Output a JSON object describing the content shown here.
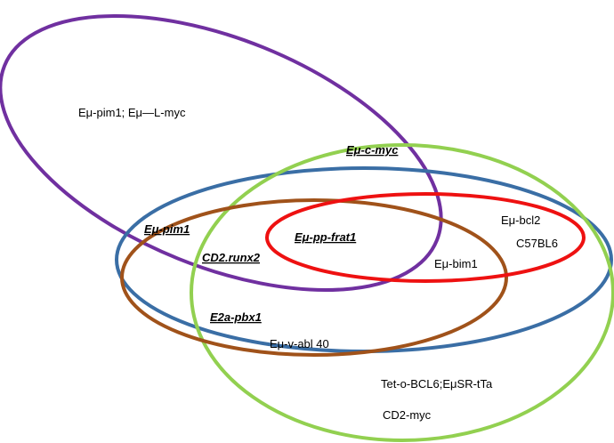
{
  "ellipses": [
    {
      "key": "purple",
      "color": "#7030a0"
    },
    {
      "key": "blue",
      "color": "#3a6ea5"
    },
    {
      "key": "green",
      "color": "#92d050"
    },
    {
      "key": "brown",
      "color": "#a0521a"
    },
    {
      "key": "red",
      "color": "#ee1111"
    }
  ],
  "labels": {
    "pim1_lmyc": "Eμ-pim1; Eμ—L-myc",
    "c_myc": "Eμ-c-myc",
    "pim1": "Eμ-pim1",
    "pp_frat1": "Eμ-pp-frat1",
    "bcl2": "Eμ-bcl2",
    "c57bl6": "C57BL6",
    "runx2": "CD2.runx2",
    "bim1": "Eμ-bim1",
    "pbx1": "E2a-pbx1",
    "vabl": "Eμ-v-abl  40",
    "bcl6": "Tet-o-BCL6;EμSR-tTa",
    "cd2myc": "CD2-myc"
  }
}
